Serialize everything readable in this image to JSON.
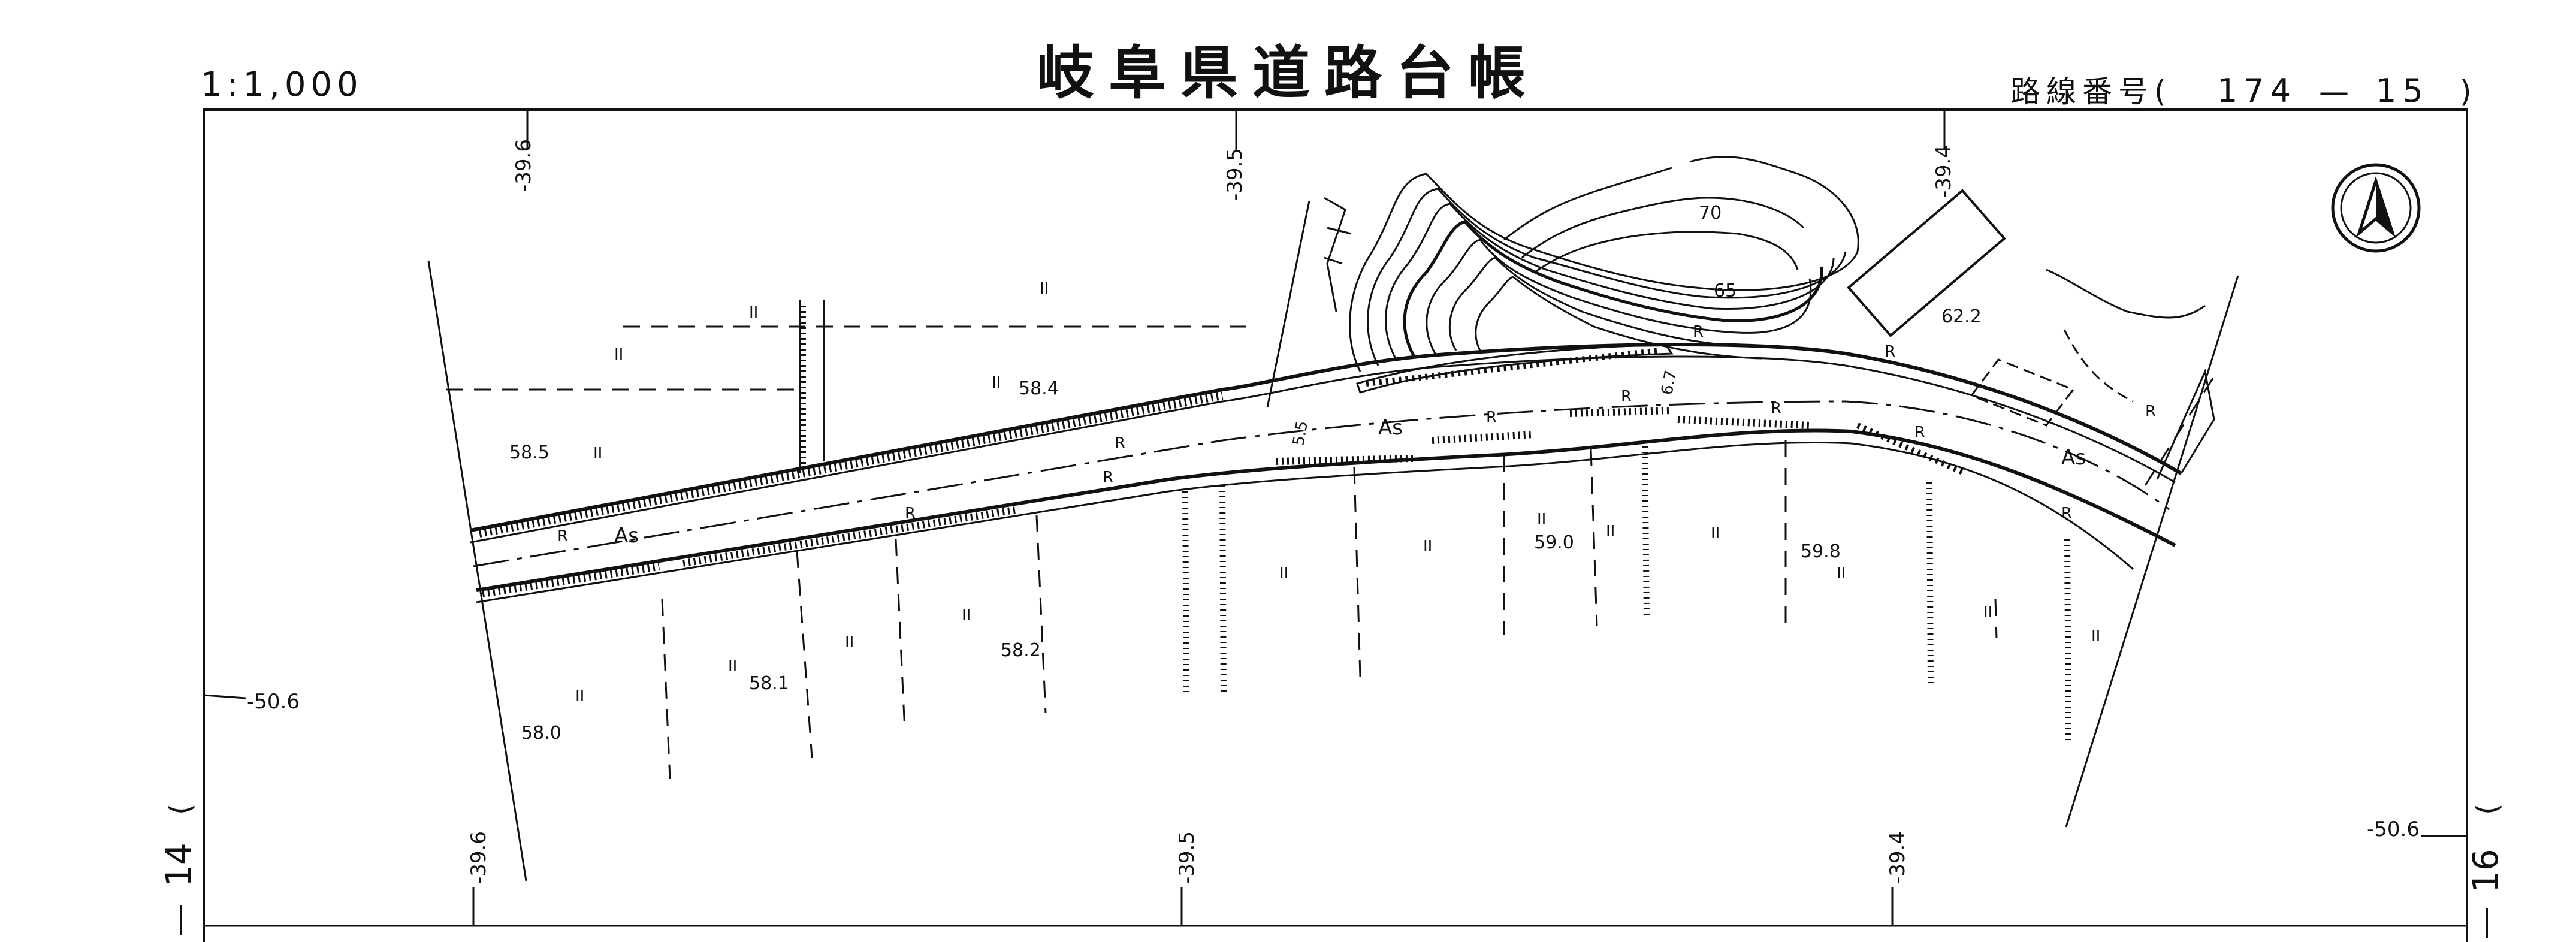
{
  "sheet": {
    "scale": "1:1,000",
    "title": "岐阜県道路台帳",
    "route_label": "路線番号(",
    "route_number": "174",
    "route_dash": "—",
    "route_section": "15",
    "route_close": ")",
    "adjacent_left": "14",
    "adjacent_right": "16",
    "paren_open": "(",
    "paren_close": ")"
  },
  "grid": {
    "top": [
      "-39.6",
      "-39.5",
      "-39.4"
    ],
    "bottom": [
      "-39.6",
      "-39.5",
      "-39.4"
    ],
    "left": "-50.6",
    "right": "-50.6"
  },
  "elevations": [
    "58.5",
    "58.4",
    "58.0",
    "58.1",
    "58.2",
    "59.0",
    "59.8",
    "62.2"
  ],
  "contours": [
    "70",
    "65"
  ],
  "road_labels": {
    "surface": "As",
    "retaining": "R",
    "field": "II",
    "width_a": "5.5",
    "width_b": "6.7"
  },
  "icons": {
    "north_arrow": "north-arrow-icon"
  }
}
